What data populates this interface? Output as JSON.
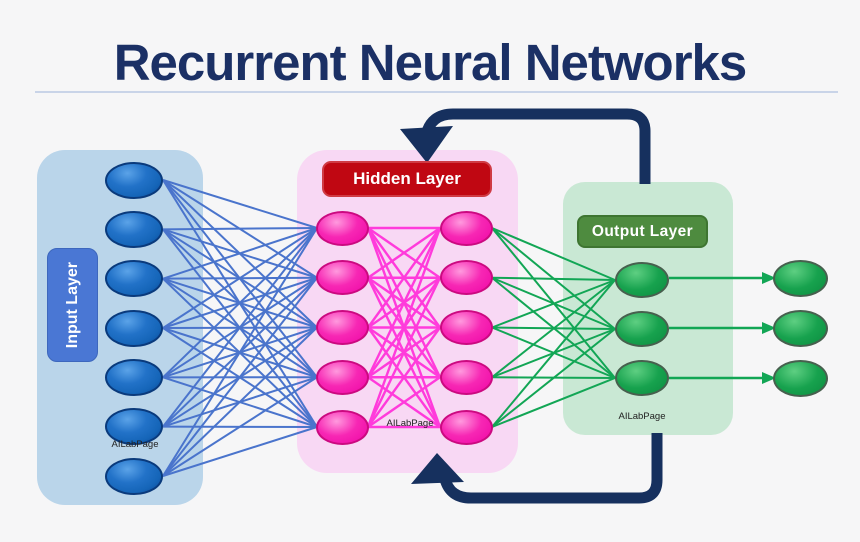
{
  "title": "Recurrent Neural Networks",
  "brand_watermark": "AILabPage",
  "colors": {
    "background": "#f6f6f7",
    "title_navy": "#1b3065",
    "underline": "#c9d4e8",
    "loop_navy": "#16305e",
    "input_panel": "#bad5ea",
    "input_chip": "#4a77d4",
    "hidden_panel": "#f8d8f4",
    "hidden_chip": "#c00712",
    "output_panel": "#c9e8d4",
    "output_chip": "#4e8b3f",
    "blue_line": "#4a74cc",
    "magenta_line": "#ff3bdb",
    "green_line": "#12a655",
    "node_blue": "#1565b8",
    "node_pink": "#f727b4",
    "node_green": "#17a24e"
  },
  "layers": {
    "input": {
      "label": "Input Layer",
      "node_count": 7
    },
    "hidden": {
      "label": "Hidden Layer",
      "column_count": 2,
      "nodes_per_column": 5
    },
    "output": {
      "label": "Output Layer",
      "node_count": 3
    },
    "results": {
      "node_count": 3
    }
  },
  "recurrent_loop_count": 2
}
